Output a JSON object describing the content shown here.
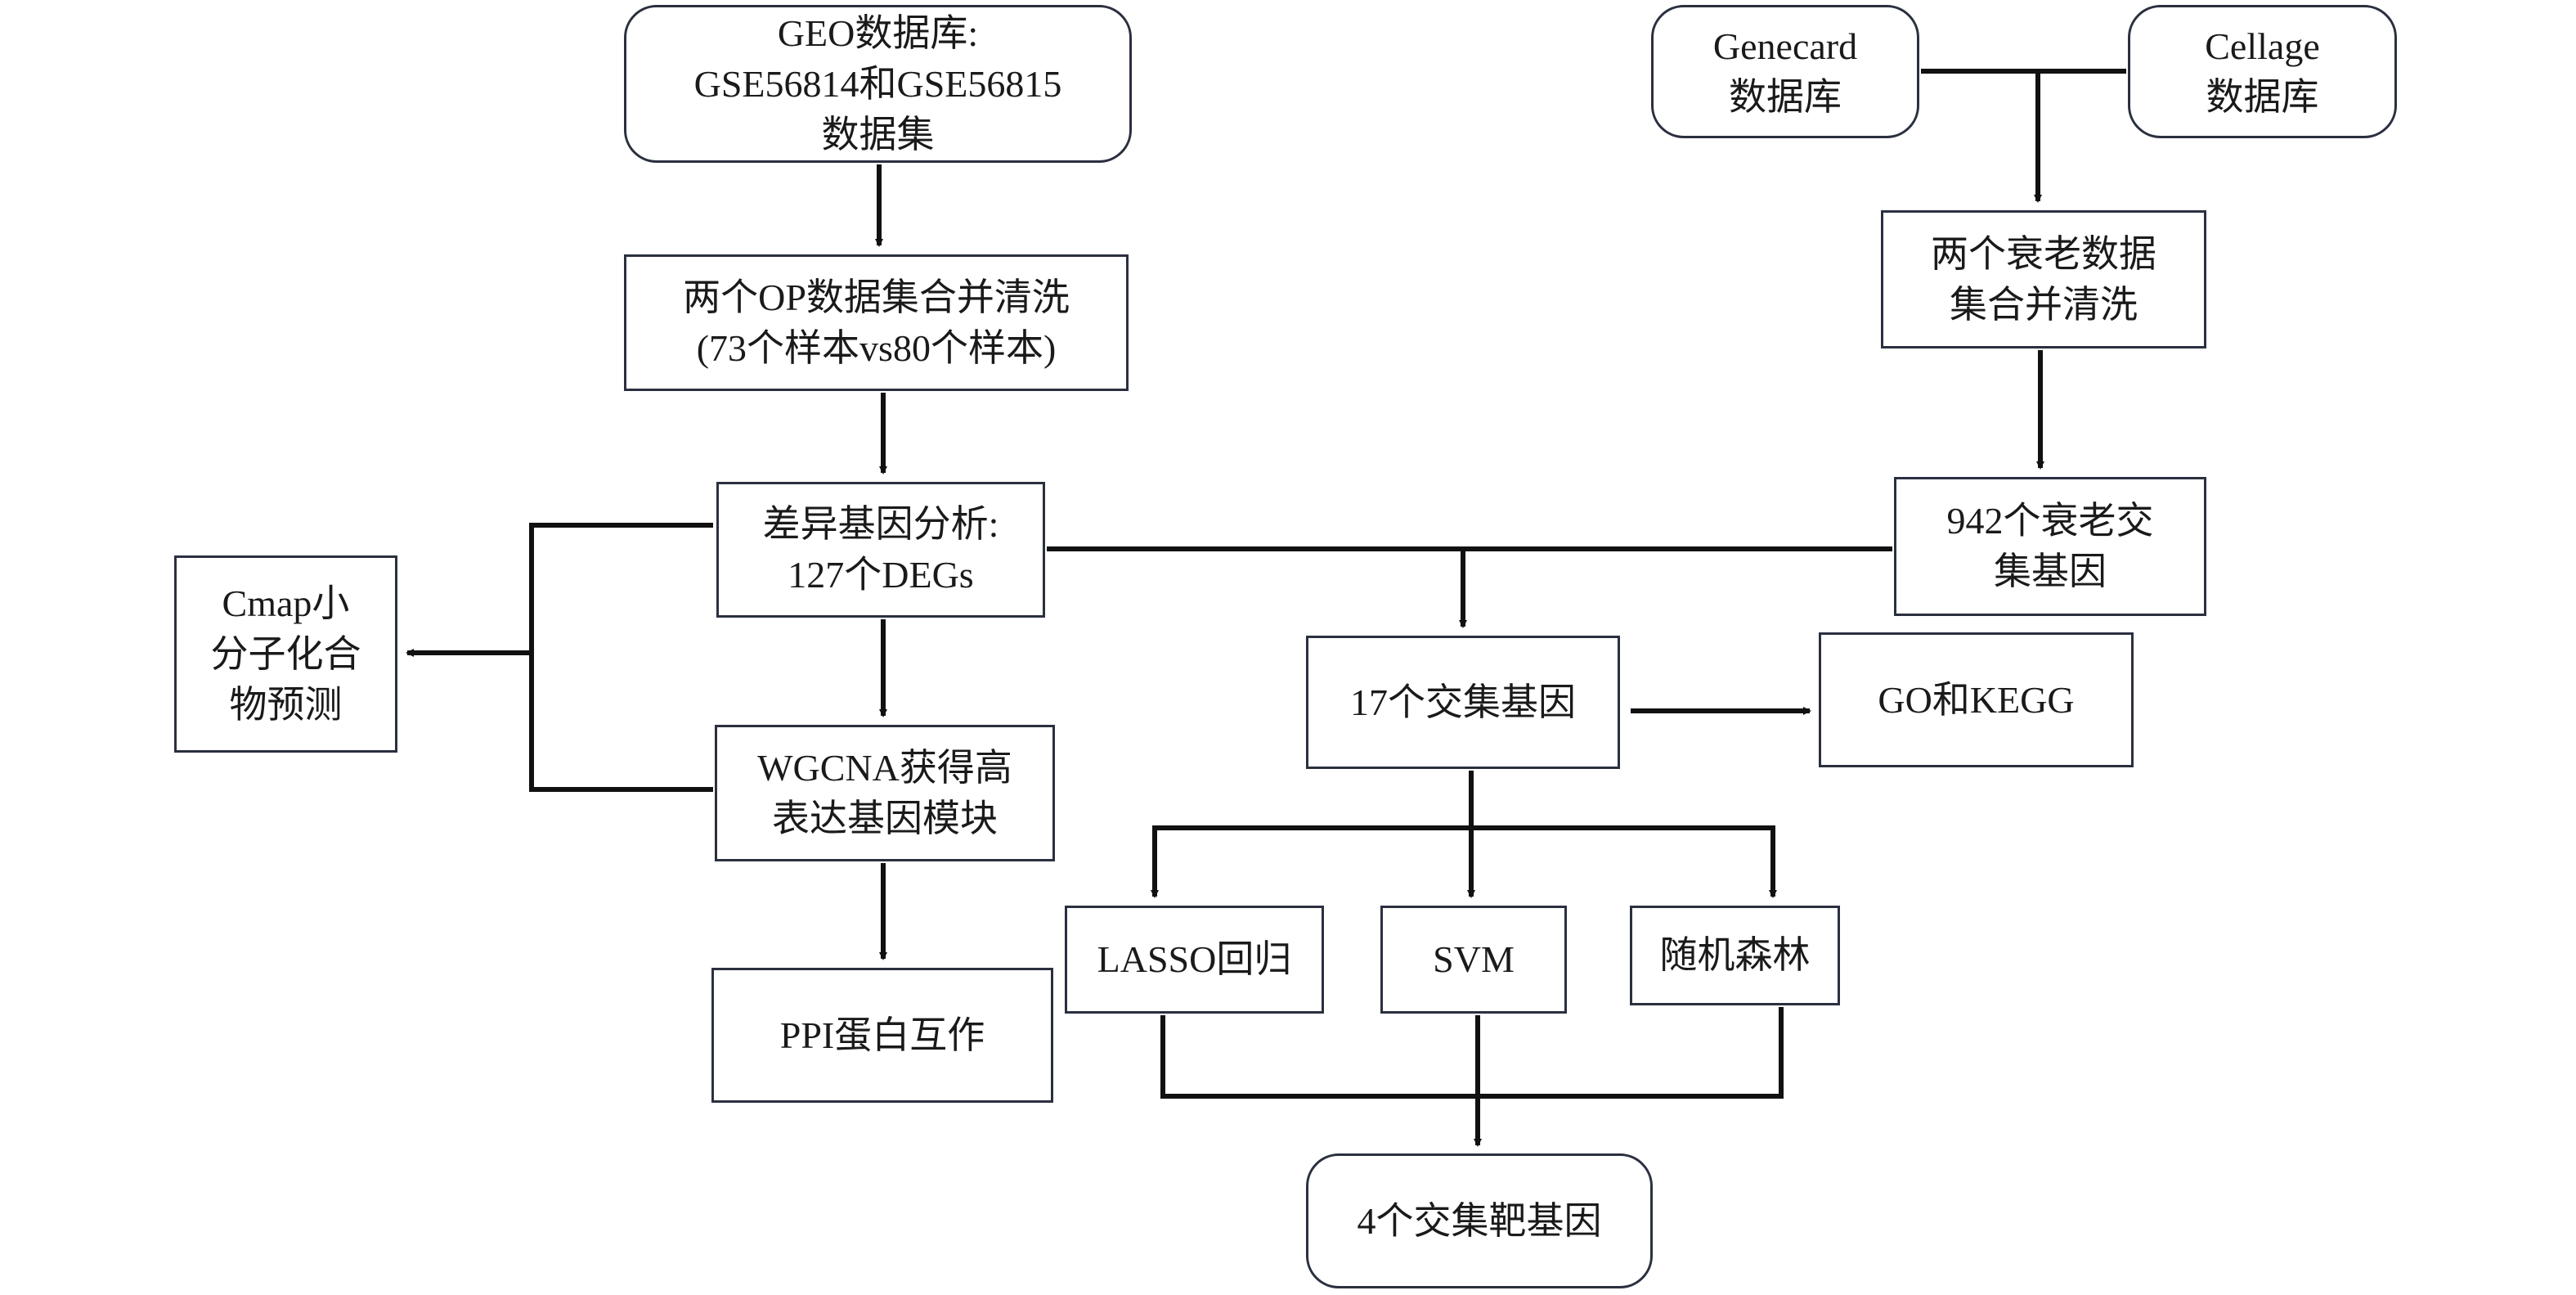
{
  "diagram": {
    "nodes": {
      "geo": {
        "lines": [
          "GEO数据库:",
          "GSE56814和GSE56815",
          "数据集"
        ]
      },
      "op_merge": {
        "lines": [
          "两个OP数据集合并清洗",
          "(73个样本vs80个样本)"
        ]
      },
      "deg": {
        "lines": [
          "差异基因分析:",
          "127个DEGs"
        ]
      },
      "wgcna": {
        "lines": [
          "WGCNA获得高",
          "表达基因模块"
        ]
      },
      "ppi": {
        "lines": [
          "PPI蛋白互作"
        ]
      },
      "cmap": {
        "lines": [
          "Cmap小",
          "分子化合",
          "物预测"
        ]
      },
      "genecard": {
        "lines": [
          "Genecard",
          "数据库"
        ]
      },
      "cellage": {
        "lines": [
          "Cellage",
          "数据库"
        ]
      },
      "aging_merge": {
        "lines": [
          "两个衰老数据",
          "集合并清洗"
        ]
      },
      "aging_genes": {
        "lines": [
          "942个衰老交",
          "集基因"
        ]
      },
      "intersect17": {
        "lines": [
          "17个交集基因"
        ]
      },
      "go_kegg": {
        "lines": [
          "GO和KEGG"
        ]
      },
      "lasso": {
        "lines": [
          "LASSO回归"
        ]
      },
      "svm": {
        "lines": [
          "SVM"
        ]
      },
      "random_forest": {
        "lines": [
          "随机森林"
        ]
      },
      "target4": {
        "lines": [
          "4个交集靶基因"
        ]
      }
    },
    "edges": [
      {
        "from": "geo",
        "to": "op_merge"
      },
      {
        "from": "op_merge",
        "to": "deg"
      },
      {
        "from": "deg",
        "to": "wgcna"
      },
      {
        "from": "wgcna",
        "to": "ppi"
      },
      {
        "from": "deg",
        "to": "cmap"
      },
      {
        "from": "wgcna",
        "to": "cmap"
      },
      {
        "from": "genecard",
        "to": "aging_merge"
      },
      {
        "from": "cellage",
        "to": "aging_merge"
      },
      {
        "from": "aging_merge",
        "to": "aging_genes"
      },
      {
        "from": "deg",
        "to": "intersect17"
      },
      {
        "from": "aging_genes",
        "to": "intersect17"
      },
      {
        "from": "intersect17",
        "to": "go_kegg"
      },
      {
        "from": "intersect17",
        "to": "lasso"
      },
      {
        "from": "intersect17",
        "to": "svm"
      },
      {
        "from": "intersect17",
        "to": "random_forest"
      },
      {
        "from": "lasso",
        "to": "target4"
      },
      {
        "from": "svm",
        "to": "target4"
      },
      {
        "from": "random_forest",
        "to": "target4"
      }
    ]
  }
}
